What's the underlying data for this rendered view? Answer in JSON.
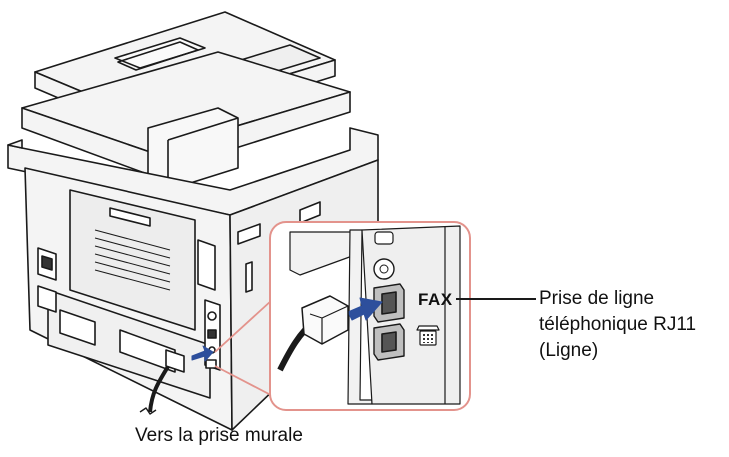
{
  "diagram": {
    "fax_port_label": "FAX",
    "phone_port_icon": "telephone-icon",
    "callout_lines": [
      "Prise de ligne",
      "téléphonique RJ11",
      "(Ligne)"
    ],
    "wall_outlet_label": "Vers la prise murale",
    "colors": {
      "zoom_outline": "#e3938c",
      "arrow": "#2d4f9c",
      "line_art": "#1a1a1a",
      "panel_fill": "#f2f2f2"
    }
  }
}
